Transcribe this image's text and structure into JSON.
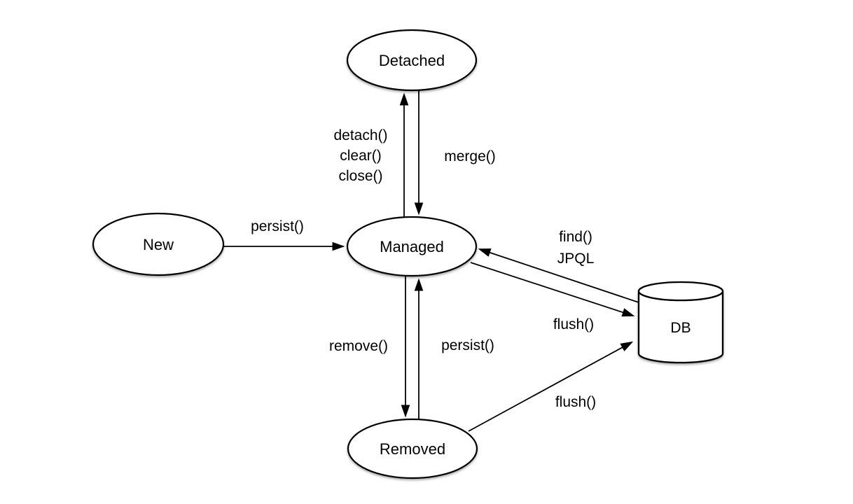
{
  "diagram": {
    "type": "state-diagram",
    "background_color": "#ffffff",
    "line_color": "#000000",
    "text_color": "#000000",
    "states": [
      {
        "id": "detached",
        "label": "Detached"
      },
      {
        "id": "new",
        "label": "New"
      },
      {
        "id": "managed",
        "label": "Managed"
      },
      {
        "id": "removed",
        "label": "Removed"
      }
    ],
    "database": {
      "id": "db",
      "label": "DB"
    },
    "transitions": [
      {
        "from": "New",
        "to": "Managed",
        "label": "persist()"
      },
      {
        "from": "Managed",
        "to": "Detached",
        "lines": [
          "detach()",
          "clear()",
          "close()"
        ]
      },
      {
        "from": "Detached",
        "to": "Managed",
        "label": "merge()"
      },
      {
        "from": "DB",
        "to": "Managed",
        "lines": [
          "find()",
          "JPQL"
        ]
      },
      {
        "from": "Managed",
        "to": "DB",
        "label": "flush()"
      },
      {
        "from": "Managed",
        "to": "Removed",
        "label": "remove()"
      },
      {
        "from": "Removed",
        "to": "Managed",
        "label": "persist()"
      },
      {
        "from": "Removed",
        "to": "DB",
        "label": "flush()"
      }
    ]
  }
}
